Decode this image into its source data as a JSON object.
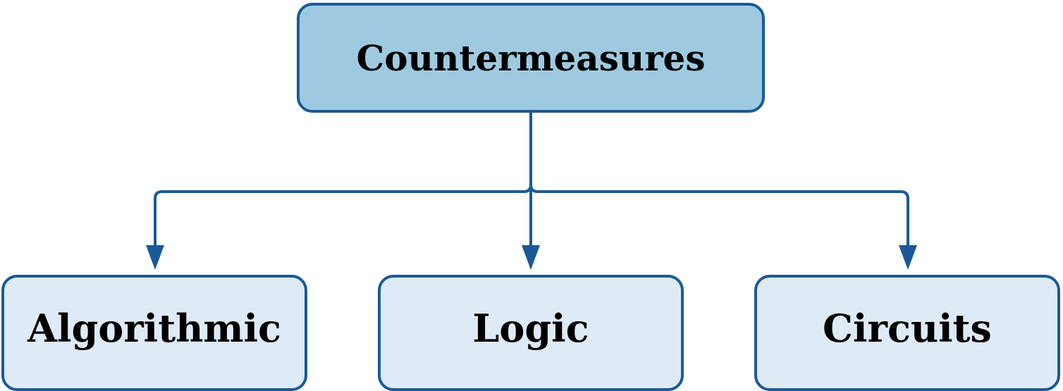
{
  "diagram": {
    "root": {
      "label": "Countermeasures"
    },
    "children": [
      {
        "label": "Algorithmic"
      },
      {
        "label": "Logic"
      },
      {
        "label": "Circuits"
      }
    ]
  },
  "colors": {
    "root_fill": "#9ecae1",
    "child_fill": "#deebf7",
    "stroke": "#1a5a9a",
    "text": "#000000"
  }
}
